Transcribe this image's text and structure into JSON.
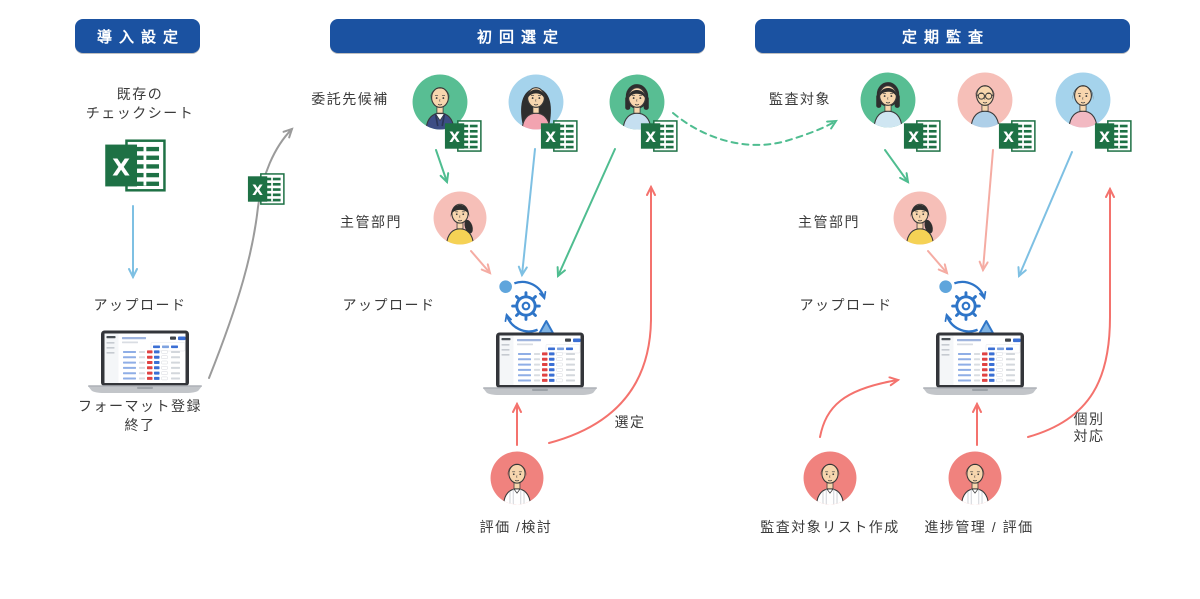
{
  "colors": {
    "header_bg": "#1B52A1",
    "header_text": "#FFFFFF",
    "arrow_green": "#4FBD90",
    "arrow_blue": "#7EC0E3",
    "arrow_pink": "#F5ACA3",
    "arrow_red": "#F4726D",
    "arrow_gray": "#9B9B9B",
    "excel_green": "#1E7145",
    "gear_blue": "#2E75C8",
    "label_text": "#3A3A3A"
  },
  "sections": {
    "setup": {
      "header": "導入設定",
      "existing_sheet_label": "既存の\nチェックシート",
      "upload_label": "アップロード",
      "done_label": "フォーマット登録\n終了"
    },
    "initial": {
      "header": "初回選定",
      "candidates_label": "委託先候補",
      "dept_label": "主管部門",
      "upload_label": "アップロード",
      "eval_label": "評価 /検討",
      "select_label": "選定"
    },
    "audit": {
      "header": "定期監査",
      "targets_label": "監査対象",
      "dept_label": "主管部門",
      "upload_label": "アップロード",
      "list_label": "監査対象リスト作成",
      "progress_label": "進捗管理 / 評価",
      "individual_label": "個別\n対応"
    }
  },
  "icons": {
    "excel_letter": "X",
    "excel_icon": "excel-spreadsheet",
    "gear_icon": "process-sync-gear",
    "laptop_icon": "web-app-on-laptop"
  },
  "avatars": {
    "candidate_man_suit": {
      "bg": "#58BE93",
      "hair": "short",
      "shirt": "#3D4E85",
      "collar": "suit"
    },
    "candidate_woman_long": {
      "bg": "#A5D3EC",
      "hair": "long",
      "shirt": "#F2A3B0"
    },
    "candidate_woman_bob": {
      "bg": "#58BE93",
      "hair": "bob",
      "shirt": "#C5DFF0"
    },
    "dept_woman": {
      "bg": "#F6BFB8",
      "hair": "ponytail",
      "shirt": "#F5D255"
    },
    "worker_man": {
      "bg": "#F0827E",
      "hair": "short",
      "shirt": "#FFFFFF",
      "collar": "stripes"
    },
    "audit_woman_bob": {
      "bg": "#58BE93",
      "hair": "bob",
      "shirt": "#CFE6F2"
    },
    "audit_man_glasses": {
      "bg": "#F6BFB8",
      "hair": "short",
      "shirt": "#AECFE8",
      "glasses": true
    },
    "audit_person_blue": {
      "bg": "#A5D3EC",
      "hair": "short2",
      "shirt": "#F2B9C2"
    }
  }
}
